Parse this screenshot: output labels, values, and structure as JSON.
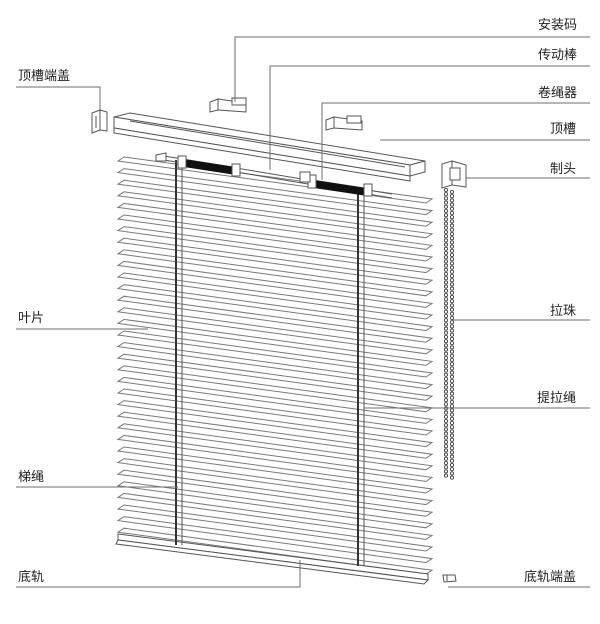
{
  "labels": {
    "mounting_bracket": "安装码",
    "tilt_rod": "传动棒",
    "cord_winder": "卷绳器",
    "headrail": "顶槽",
    "headrail_end_cap": "顶槽端盖",
    "control_head": "制头",
    "slats": "叶片",
    "bead_chain": "拉珠",
    "lift_cord": "提拉绳",
    "ladder_cord": "梯绳",
    "bottom_rail": "底轨",
    "bottom_rail_end_cap": "底轨端盖"
  },
  "colors": {
    "line": "#555555",
    "leader": "#6e6e6e",
    "text": "#222222",
    "winder_fill": "#111111"
  }
}
